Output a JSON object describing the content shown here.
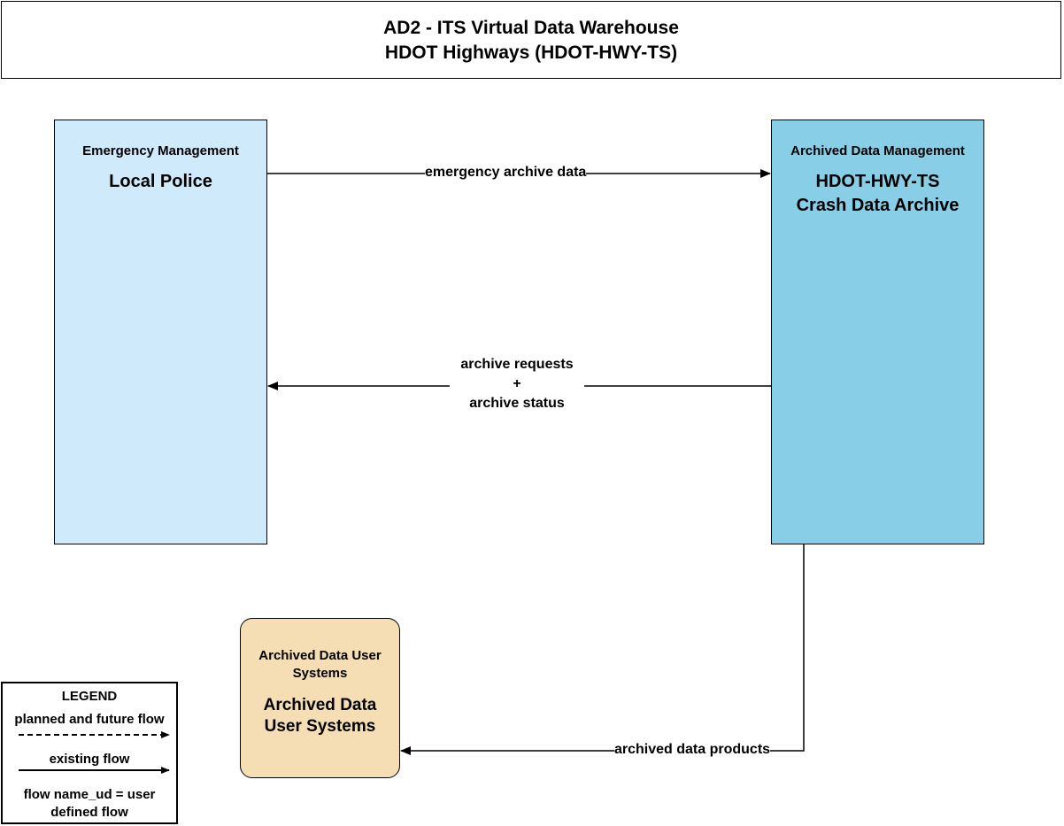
{
  "title": {
    "line1": "AD2 - ITS Virtual Data Warehouse",
    "line2": "HDOT Highways (HDOT-HWY-TS)"
  },
  "nodes": {
    "police": {
      "category": "Emergency Management",
      "name": "Local Police",
      "color": "#cfebfb"
    },
    "archive": {
      "category": "Archived Data Management",
      "name": "HDOT-HWY-TS\nCrash Data Archive",
      "color": "#87cee6"
    },
    "users": {
      "category": "Archived Data User\nSystems",
      "name": "Archived Data\nUser Systems",
      "color": "#f5deb3"
    }
  },
  "flows": {
    "emergency": {
      "label": "emergency archive data",
      "type": "existing"
    },
    "requests": {
      "label": "archive requests\n+\narchive status",
      "type": "existing"
    },
    "products": {
      "label": "archived data products",
      "type": "existing"
    }
  },
  "legend": {
    "title": "LEGEND",
    "planned": "planned and future flow",
    "existing": "existing flow",
    "user_defined": "flow name_ud = user\ndefined flow"
  }
}
